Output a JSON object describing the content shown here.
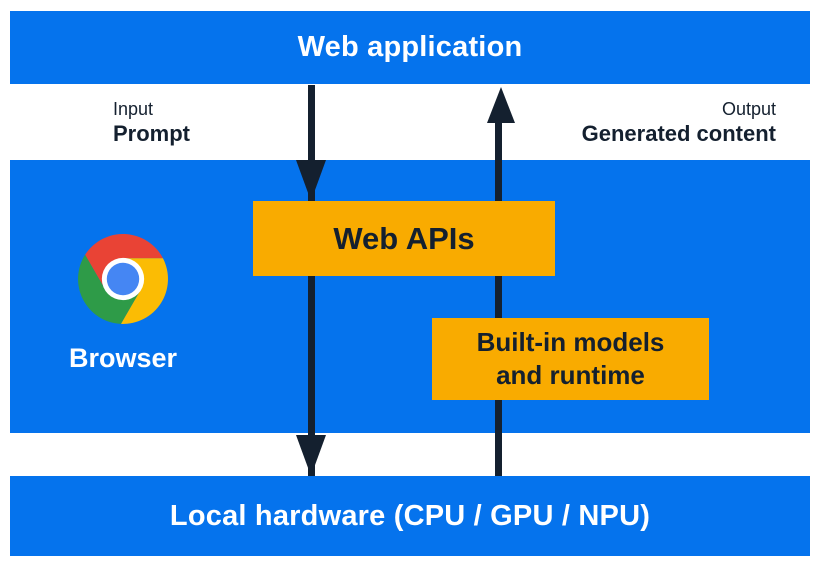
{
  "diagram": {
    "top_band": {
      "title": "Web application"
    },
    "io_labels": {
      "input_caption": "Input",
      "input_name": "Prompt",
      "output_caption": "Output",
      "output_name": "Generated content"
    },
    "browser_band": {
      "browser_label": "Browser",
      "web_apis_label": "Web APIs",
      "builtin_models_lines": [
        "Built-in models",
        "and runtime"
      ]
    },
    "bottom_band": {
      "title": "Local hardware (CPU / GPU / NPU)"
    }
  },
  "icons": {
    "chrome_logo": "chrome-browser-logo",
    "input_arrow": "downward-arrow",
    "output_arrow": "upward-arrow"
  },
  "colors": {
    "band_blue": "#0573ED",
    "box_amber": "#F9AB00",
    "dark_navy": "#14202F",
    "white": "#FFFFFF",
    "logo_red": "#E94335",
    "logo_yellow": "#FBBC04",
    "logo_green": "#2E9B48",
    "logo_blue": "#4586F3"
  }
}
